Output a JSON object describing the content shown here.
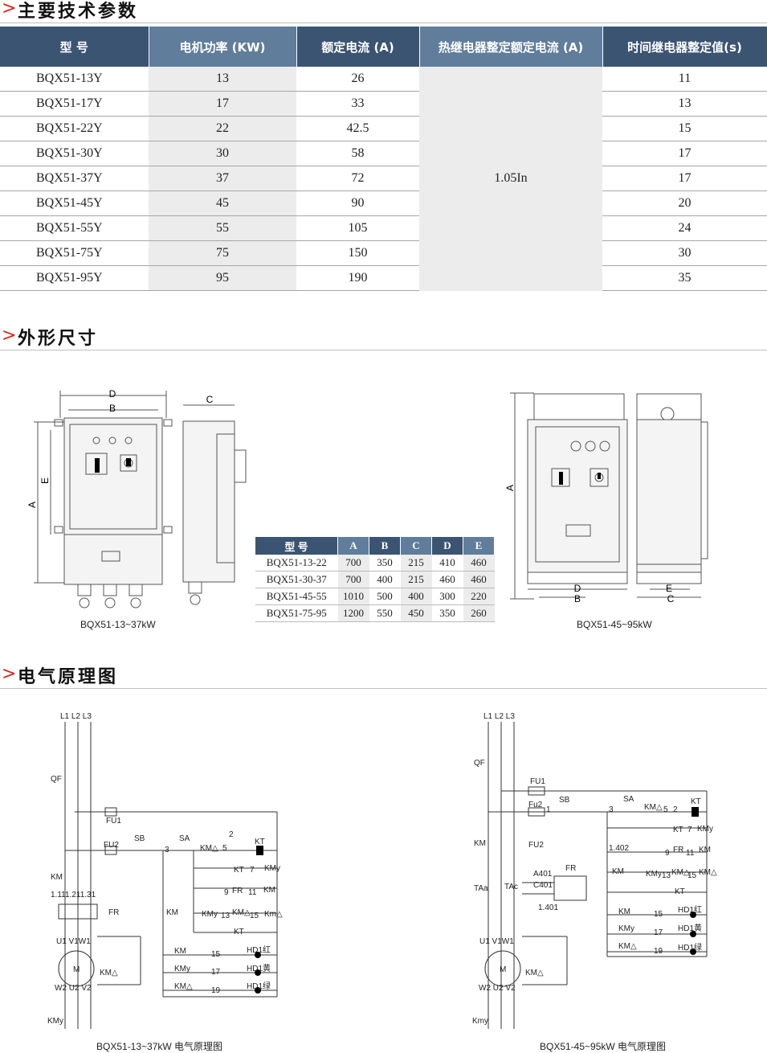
{
  "sections": {
    "params_title": "主要技术参数",
    "dims_title": "外形尺寸",
    "circuit_title": "电气原理图",
    "arrow": ">"
  },
  "param_table": {
    "headers": [
      "型 号",
      "电机功率 (KW)",
      "额定电流 (A)",
      "热继电器整定额定电流 (A)",
      "时间继电器整定值(s)"
    ],
    "merged_value": "1.05In",
    "rows": [
      {
        "model": "BQX51-13Y",
        "power": "13",
        "current": "26",
        "time": "11"
      },
      {
        "model": "BQX51-17Y",
        "power": "17",
        "current": "33",
        "time": "13"
      },
      {
        "model": "BQX51-22Y",
        "power": "22",
        "current": "42.5",
        "time": "15"
      },
      {
        "model": "BQX51-30Y",
        "power": "30",
        "current": "58",
        "time": "17"
      },
      {
        "model": "BQX51-37Y",
        "power": "37",
        "current": "72",
        "time": "17"
      },
      {
        "model": "BQX51-45Y",
        "power": "45",
        "current": "90",
        "time": "20"
      },
      {
        "model": "BQX51-55Y",
        "power": "55",
        "current": "105",
        "time": "24"
      },
      {
        "model": "BQX51-75Y",
        "power": "75",
        "current": "150",
        "time": "30"
      },
      {
        "model": "BQX51-95Y",
        "power": "95",
        "current": "190",
        "time": "35"
      }
    ]
  },
  "dim_table": {
    "headers": [
      "型 号",
      "A",
      "B",
      "C",
      "D",
      "E"
    ],
    "rows": [
      [
        "BQX51-13-22",
        "700",
        "350",
        "215",
        "410",
        "460"
      ],
      [
        "BQX51-30-37",
        "700",
        "400",
        "215",
        "460",
        "460"
      ],
      [
        "BQX51-45-55",
        "1010",
        "500",
        "400",
        "300",
        "220"
      ],
      [
        "BQX51-75-95",
        "1200",
        "550",
        "450",
        "350",
        "260"
      ]
    ]
  },
  "drawings": {
    "left_caption": "BQX51-13~37kW",
    "right_caption": "BQX51-45~95kW",
    "dim_labels": {
      "A": "A",
      "B": "B",
      "C": "C",
      "D": "D",
      "E": "E"
    }
  },
  "circuits": {
    "left_caption": "BQX51-13~37kW 电气原理图",
    "right_caption": "BQX51-45~95kW 电气原理图",
    "left": {
      "phases": "L1 L2 L3",
      "qf": "QF",
      "fu1": "FU1",
      "fu2": "FU2",
      "sb": "SB",
      "sa": "SA",
      "km": "KM",
      "kmd": "KM△",
      "kmy": "KMy",
      "kt": "KT",
      "fr": "FR",
      "m": "M",
      "terminals_top": "1.111.211.31",
      "uvw": "U1 V1W1",
      "wuv": "W2 U2 V2",
      "n2": "2",
      "n3": "3",
      "n5": "5",
      "n7": "7",
      "n9": "9",
      "n11": "11",
      "n13": "13",
      "n15": "15",
      "n17": "17",
      "n19": "19",
      "kmd15": "Km△",
      "hd_red": "HD1红",
      "hd_yellow": "HD1黄",
      "hd_green": "HD1绿"
    },
    "right": {
      "phases": "L1 L2 L3",
      "qf": "QF",
      "fu1": "FU1",
      "fu2": "Fu2",
      "fu2b": "FU2",
      "sb": "SB",
      "sa": "SA",
      "km": "KM",
      "kmd": "KM△",
      "kmy": "KMy",
      "kmy_low": "Kmy",
      "kt": "KT",
      "fr": "FR",
      "m": "M",
      "taa": "TAa",
      "tac": "TAc",
      "a401": "A401",
      "c401": "C401",
      "n1401": "1.401",
      "n1402": "1.402",
      "uvw": "U1 V1W1",
      "wuv": "W2 U2 V2",
      "n1": "1",
      "n2": "2",
      "n3": "3",
      "n5": "5",
      "n7": "7",
      "n9": "9",
      "n11": "11",
      "n13": "13",
      "n15": "15",
      "n17": "17",
      "n19": "19",
      "hd_red": "HD1红",
      "hd_yellow": "HD1黄",
      "hd_green": "HD1绿"
    }
  }
}
